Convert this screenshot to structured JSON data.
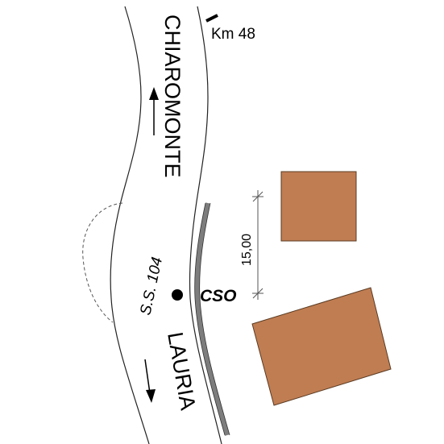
{
  "map": {
    "km_marker": "Km 48",
    "road_name": "S.S. 104",
    "direction_north": "CHIAROMONTE",
    "direction_south": "LAURIA",
    "station_label": "CSO",
    "dimension": "15,00",
    "colors": {
      "building_fill": "#c07d52",
      "building_stroke": "#5a3a22",
      "barrier": "#7d7d7d",
      "road_edge": "#222222",
      "background": "#ffffff"
    }
  }
}
